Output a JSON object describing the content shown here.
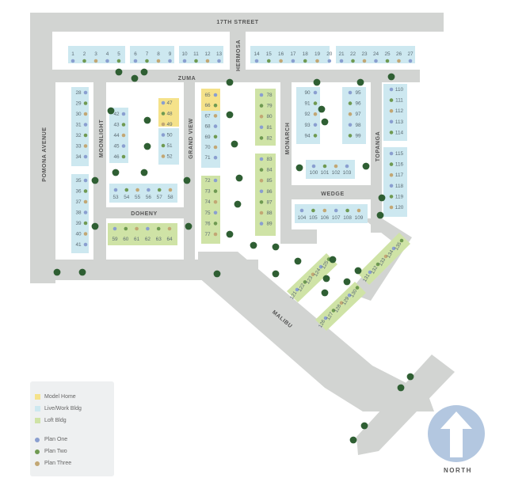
{
  "streets": {
    "seventeenth": "17TH STREET",
    "zuma": "ZUMA",
    "hermosa": "HERMOSA",
    "pomona": "POMONA AVENUE",
    "moonlight": "MOONLIGHT",
    "grand_view": "GRAND VIEW",
    "monarch": "MONARCH",
    "topanga": "TOPANGA",
    "wedge": "WEDGE",
    "doheny": "DOHENY",
    "malibu": "MALIBU"
  },
  "legend": {
    "items": [
      {
        "label": "Model Home",
        "color": "#f5e28a",
        "kind": "swatch"
      },
      {
        "label": "Live/Work Bldg",
        "color": "#cde8f0",
        "kind": "swatch"
      },
      {
        "label": "Loft Bldg",
        "color": "#cfe3a6",
        "kind": "swatch"
      },
      {
        "label": "Plan One",
        "color": "#8a9fd0",
        "kind": "dot"
      },
      {
        "label": "Plan Two",
        "color": "#6f9a52",
        "kind": "dot"
      },
      {
        "label": "Plan Three",
        "color": "#c2a774",
        "kind": "dot"
      }
    ]
  },
  "north_label": "NORTH",
  "colors": {
    "road": "#d2d4d2",
    "live_work": "#cde8f0",
    "loft": "#cfe3a6",
    "model": "#f5e28a",
    "plan_one": "#8a9fd0",
    "plan_two": "#6f9a52",
    "plan_three": "#c2a774",
    "tree": "#2f5f33",
    "north_arrow": "#b3c7e0"
  }
}
